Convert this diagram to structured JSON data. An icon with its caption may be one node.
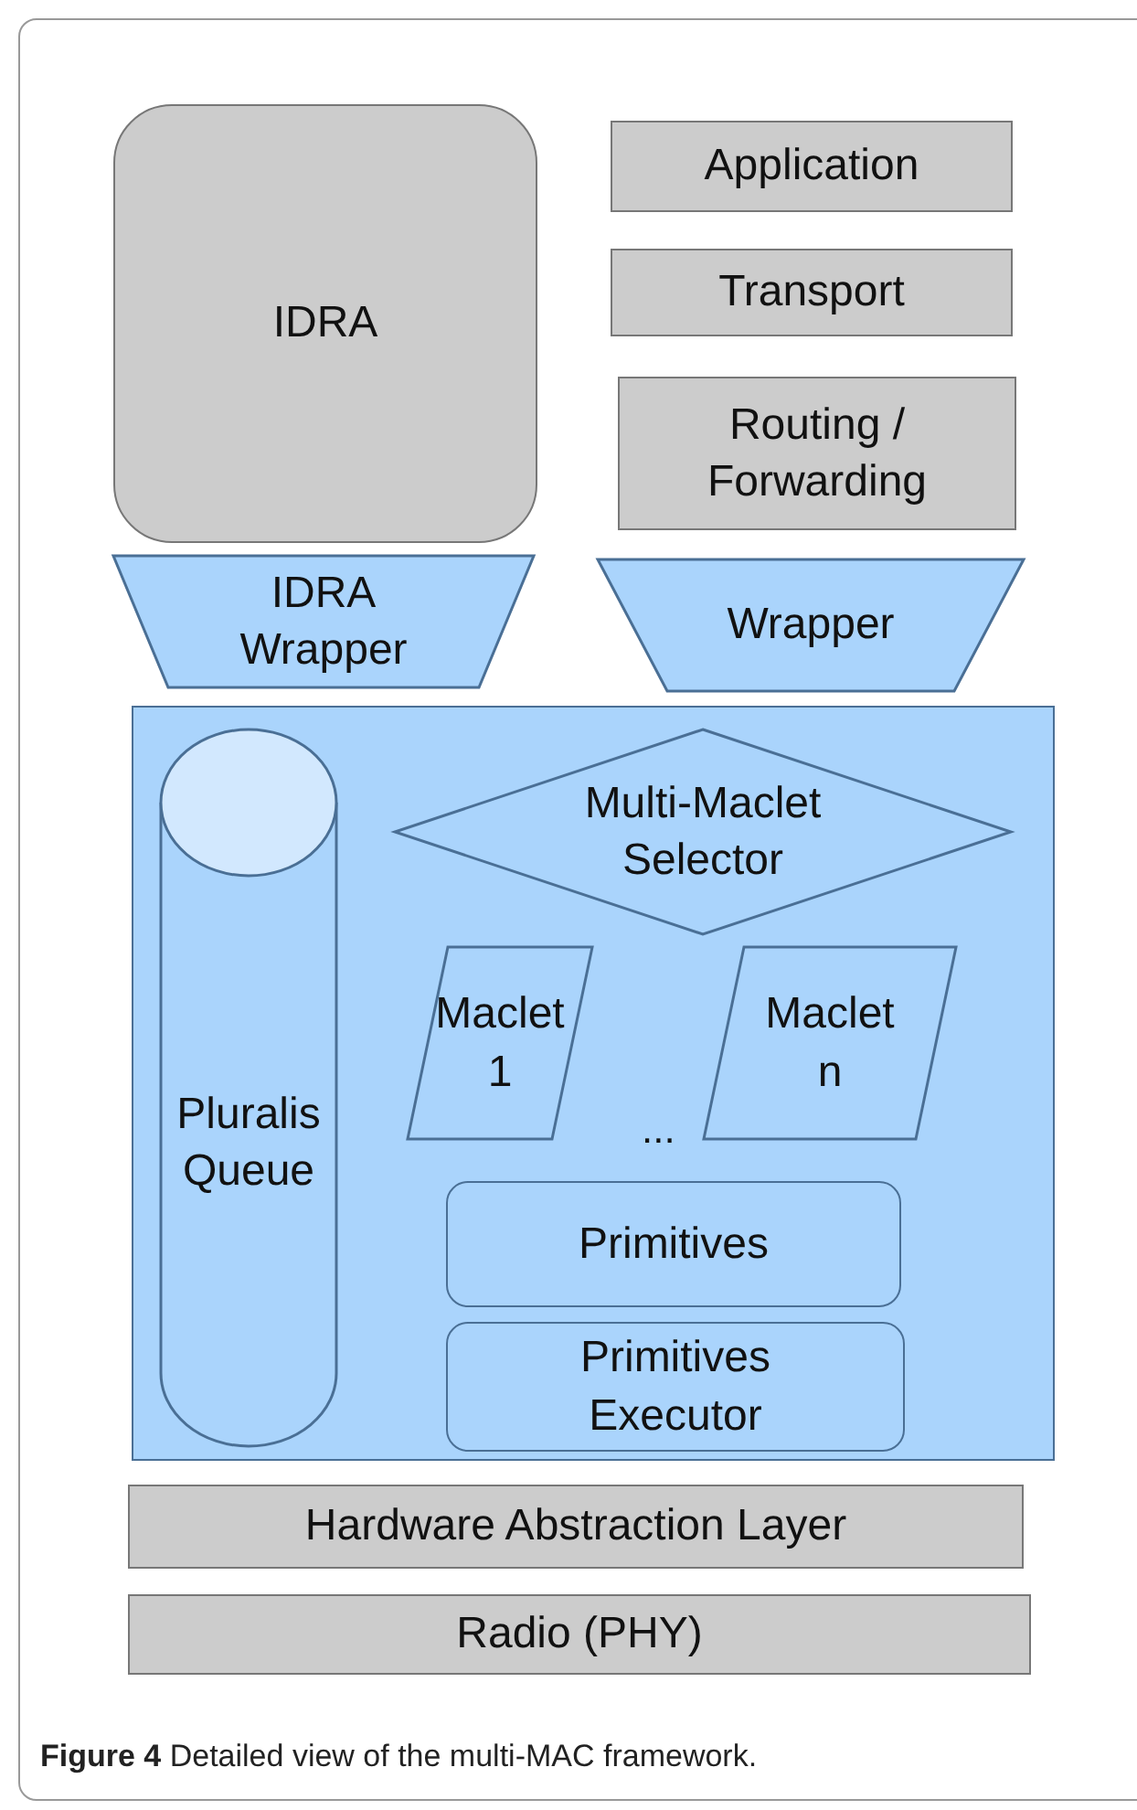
{
  "diagram": {
    "caption": "**Figure 4** Detailed view of the multi-MAC framework.",
    "nodes": [
      {
        "text": [
          "IDRA"
        ]
      },
      {
        "text": [
          "Application"
        ]
      },
      {
        "text": [
          "Transport"
        ]
      },
      {
        "text": [
          "Routing / Forwarding"
        ]
      },
      {
        "text": [
          "IDRA Wrapper"
        ]
      },
      {
        "text": [
          "Wrapper"
        ]
      },
      {
        "text": [],
        "shape": "box"
      },
      {
        "text": [
          "Pluralis Queue"
        ],
        "in": 6
      },
      {
        "text": [
          "Multi-Maclet Selector"
        ],
        "in": 6
      },
      {
        "text": [
          "Maclet 1"
        ],
        "in": 6
      },
      {
        "text": [
          "Maclet n"
        ],
        "in": 6
      },
      {
        "text": [
          "Primitives"
        ],
        "in": 6
      },
      {
        "text": [
          "Primitives Executor"
        ],
        "in": 6
      },
      {
        "text": [
          "Hardware Abstraction Layer"
        ]
      },
      {
        "text": [
          "Radio (PHY)"
        ]
      }
    ],
    "labels": [
      "..."
    ]
  }
}
